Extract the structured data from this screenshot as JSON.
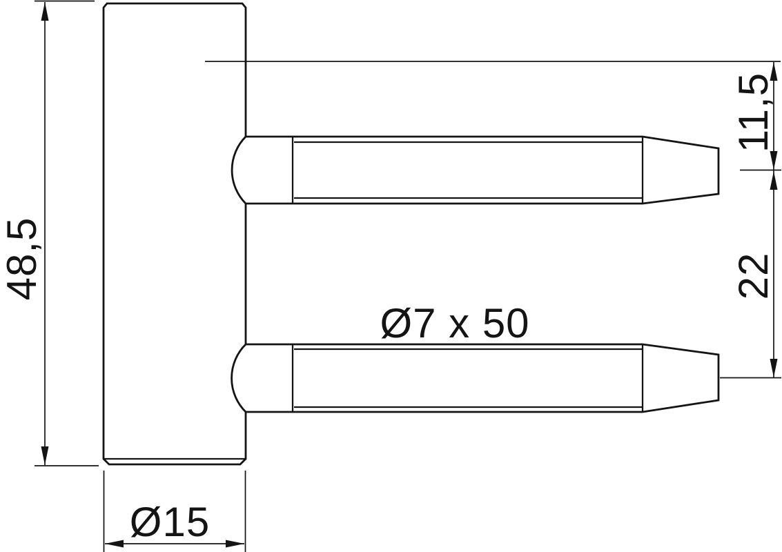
{
  "drawing": {
    "background": "#ffffff",
    "line_color": "#141414",
    "labels": {
      "total_height": "48,5",
      "body_diameter": "Ø15",
      "pin_spec": "Ø7 x 50",
      "top_offset": "11,5",
      "pin_spacing": "22"
    }
  }
}
